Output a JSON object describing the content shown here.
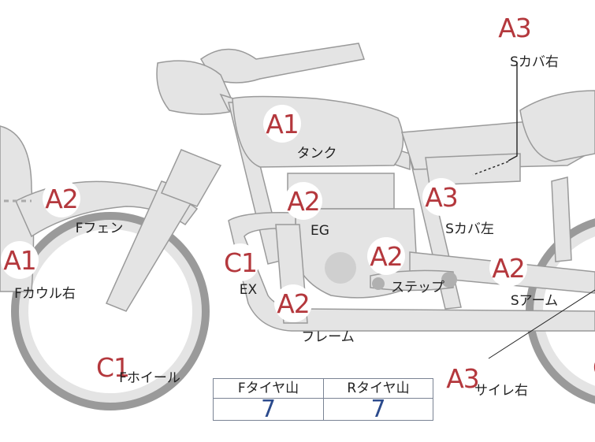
{
  "colors": {
    "body": "#e4e4e4",
    "outline": "#9a9a9a",
    "grade_text": "#b4383d",
    "value_text": "#2b4a8c"
  },
  "labels": [
    {
      "grade": "A3",
      "part": "Sカバ右"
    },
    {
      "grade": "A1",
      "part": "タンク"
    },
    {
      "grade": "A2",
      "part": "Fフェン"
    },
    {
      "grade": "A2",
      "part": "EG"
    },
    {
      "grade": "A3",
      "part": "Sカバ左"
    },
    {
      "grade": "A1",
      "part": "Fカウル右"
    },
    {
      "grade": "C1",
      "part": "EX"
    },
    {
      "grade": "A2",
      "part": "ステップ"
    },
    {
      "grade": "A2",
      "part": "Sアーム"
    },
    {
      "grade": "A2",
      "part": "フレーム"
    },
    {
      "grade": "C1",
      "part": "Fホイール"
    },
    {
      "grade": "A3",
      "part": "サイレ右"
    }
  ],
  "partial_grade": "C",
  "tread": {
    "front": {
      "label": "Fタイヤ山",
      "value": "7"
    },
    "rear": {
      "label": "Rタイヤ山",
      "value": "7"
    }
  }
}
